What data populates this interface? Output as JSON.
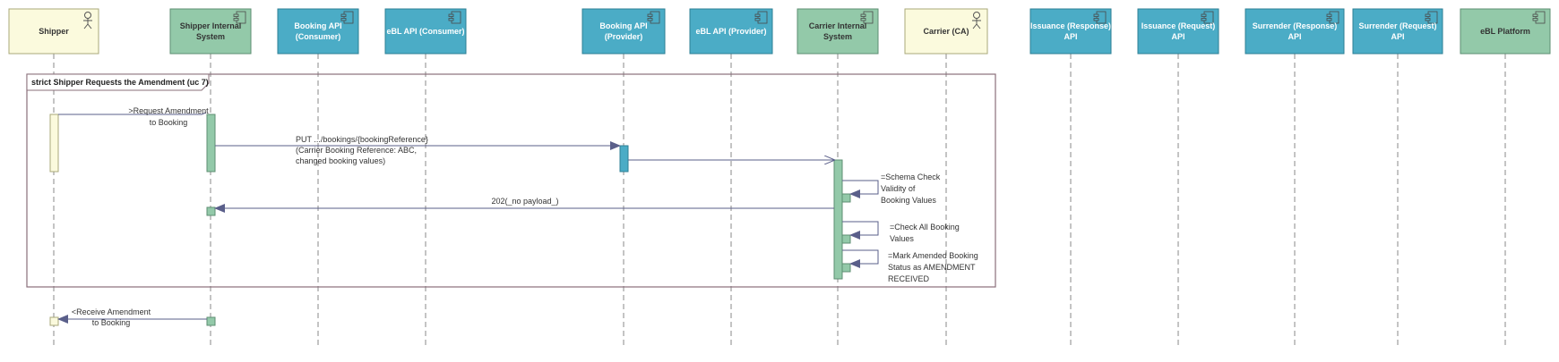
{
  "participants": [
    {
      "id": "shipper",
      "kind": "actor",
      "lines": [
        "Shipper"
      ]
    },
    {
      "id": "shipper-internal-system",
      "kind": "component",
      "lines": [
        "Shipper Internal",
        "System"
      ]
    },
    {
      "id": "booking-api-consumer",
      "kind": "component",
      "lines": [
        "Booking API",
        "(Consumer)"
      ]
    },
    {
      "id": "ebl-api-consumer",
      "kind": "component",
      "lines": [
        "eBL API (Consumer)"
      ]
    },
    {
      "id": "booking-api-provider",
      "kind": "component",
      "lines": [
        "Booking API",
        "(Provider)"
      ]
    },
    {
      "id": "ebl-api-provider",
      "kind": "component",
      "lines": [
        "eBL API (Provider)"
      ]
    },
    {
      "id": "carrier-internal-system",
      "kind": "component",
      "lines": [
        "Carrier Internal",
        "System"
      ]
    },
    {
      "id": "carrier-ca",
      "kind": "actor",
      "lines": [
        "Carrier (CA)"
      ]
    },
    {
      "id": "issuance-response-api",
      "kind": "component",
      "lines": [
        "Issuance (Response)",
        "API"
      ]
    },
    {
      "id": "issuance-request-api",
      "kind": "component",
      "lines": [
        "Issuance (Request)",
        "API"
      ]
    },
    {
      "id": "surrender-response-api",
      "kind": "component",
      "lines": [
        "Surrender (Response)",
        "API"
      ]
    },
    {
      "id": "surrender-request-api",
      "kind": "component",
      "lines": [
        "Surrender (Request)",
        "API"
      ]
    },
    {
      "id": "ebl-platform",
      "kind": "component",
      "lines": [
        "eBL Platform"
      ]
    }
  ],
  "frame": {
    "label": "strict Shipper Requests the Amendment (uc 7)"
  },
  "messages": [
    {
      "id": "request-amendment",
      "lines": [
        ">Request Amendment",
        "to Booking"
      ]
    },
    {
      "id": "put-booking",
      "lines": [
        "PUT .../bookings/{bookingReference}",
        "(Carrier Booking Reference: ABC,",
        "changed booking values)"
      ]
    },
    {
      "id": "forward-to-carrier",
      "lines": []
    },
    {
      "id": "response-202",
      "lines": [
        "202(_no payload_)"
      ]
    },
    {
      "id": "schema-check",
      "lines": [
        "=Schema Check",
        "Validity of",
        "Booking Values"
      ]
    },
    {
      "id": "check-all-booking",
      "lines": [
        "=Check All Booking",
        "Values"
      ]
    },
    {
      "id": "mark-amended",
      "lines": [
        "=Mark Amended Booking",
        "Status as AMENDMENT",
        "RECEIVED"
      ]
    },
    {
      "id": "receive-amendment",
      "lines": [
        "<Receive Amendment",
        "to Booking"
      ]
    }
  ],
  "colors": {
    "actor_fill": "#fbfadd",
    "actor_stroke": "#a8a87a",
    "system_fill": "#93c9a9",
    "system_stroke": "#5e8e72",
    "api_fill": "#4bacc6",
    "api_stroke": "#2e7f94",
    "header_text_light": "#ffffff",
    "header_text_dark": "#333333",
    "activation_actor": "#fbfadd",
    "activation_system": "#93c9a9",
    "activation_api": "#4bacc6",
    "message_line": "#5a5f8a",
    "lifeline": "#888888",
    "frame_stroke": "#8a6f7a",
    "frame_tab_fill": "#ffffff"
  },
  "icons": {
    "actor": "stick-figure-icon",
    "component": "component-icon"
  }
}
